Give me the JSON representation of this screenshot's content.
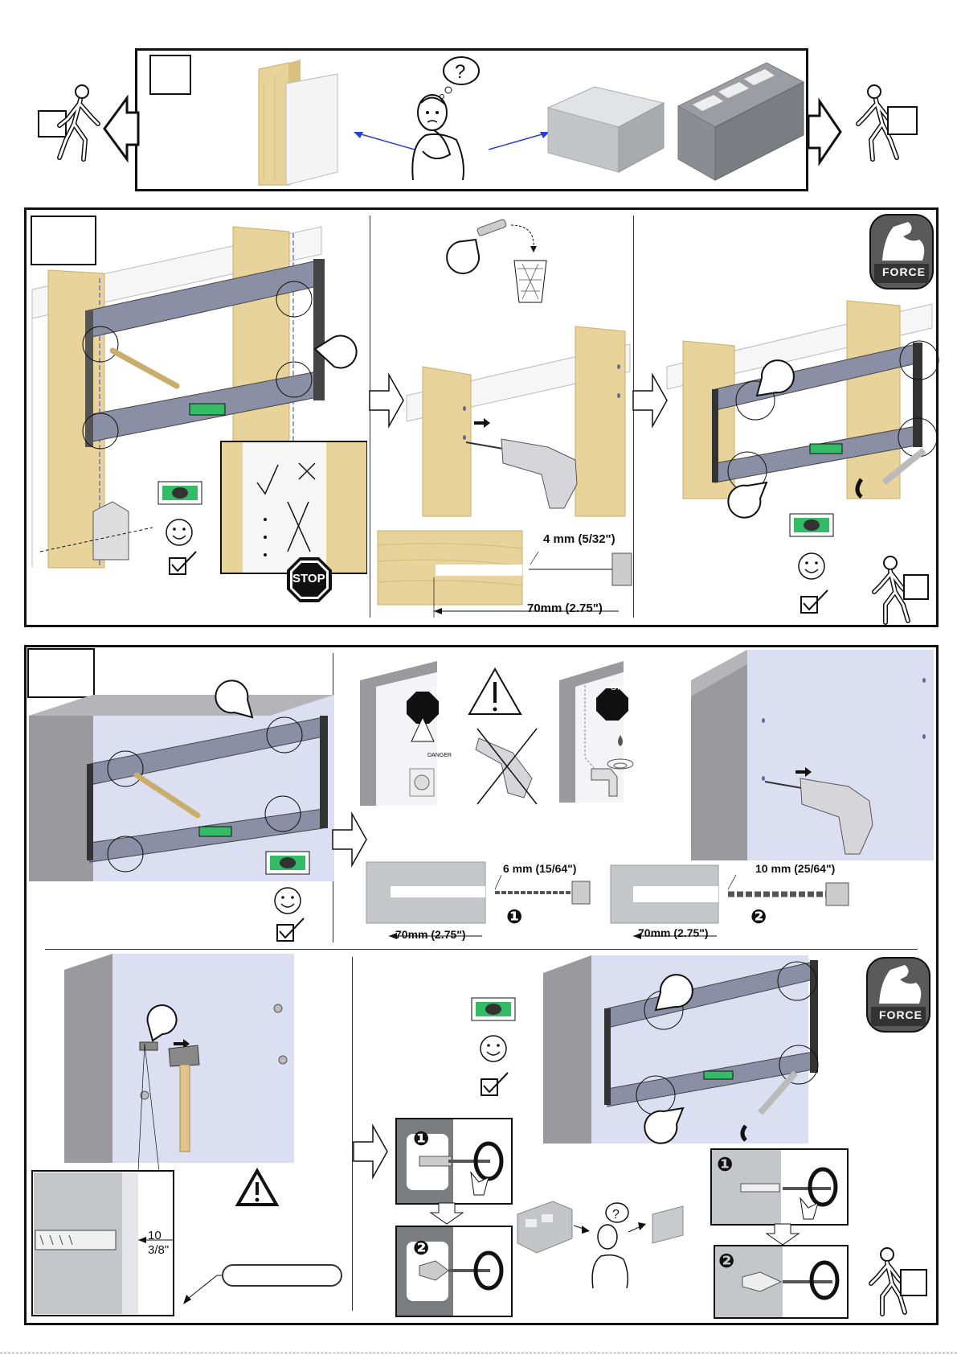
{
  "section1": {
    "label_box": ""
  },
  "section2": {
    "force_label": "FORCE",
    "stop_label": "STOP",
    "drill_bit_label": "4 mm (5/32\")",
    "depth_label": "70mm (2.75\")"
  },
  "section3": {
    "stop_label_1": "STOP",
    "stop_label_2": "STOP",
    "danger_label": "DANGER",
    "bit1_label": "6 mm (15/64\")",
    "bit2_label": "10 mm (25/64\")",
    "depth1_label": "70mm (2.75\")",
    "depth2_label": "70mm (2.75\")",
    "step1_glyph": "❶",
    "step2_glyph": "❷",
    "force_label": "FORCE",
    "gap_value": "10",
    "gap_fraction": "3/8\"",
    "step_a_glyph": "❶",
    "step_b_glyph": "❷",
    "step_c_glyph": "❶",
    "step_d_glyph": "❷"
  },
  "colors": {
    "wood": "#e8d49a",
    "wood_dark": "#c9ad6a",
    "bracket": "#8a8fa6",
    "concrete": "#bfc0c4",
    "wall_blue": "#dcdff2",
    "arrow_blue": "#2a3fd6"
  }
}
